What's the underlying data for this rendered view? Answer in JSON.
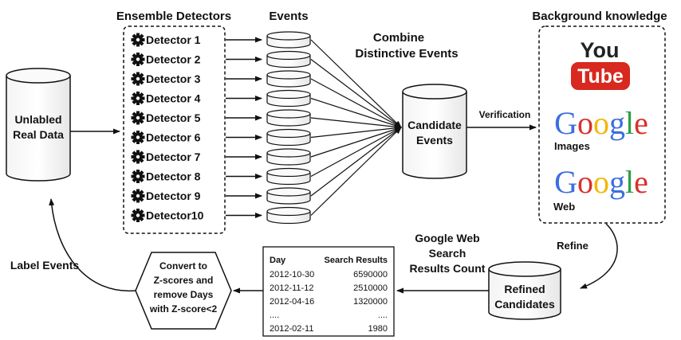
{
  "titles": {
    "ensemble": "Ensemble Detectors",
    "events": "Events",
    "combine_line1": "Combine",
    "combine_line2": "Distinctive Events",
    "background": "Background knowledge"
  },
  "detectors": [
    "Detector 1",
    "Detector 2",
    "Detector 3",
    "Detector 4",
    "Detector 5",
    "Detector 6",
    "Detector 7",
    "Detector 8",
    "Detector 9",
    "Detector10"
  ],
  "data_cylinder": {
    "line1": "Unlabled",
    "line2": "Real Data"
  },
  "candidate_cylinder": {
    "line1": "Candidate",
    "line2": "Events"
  },
  "refined_cylinder": {
    "line1": "Refined",
    "line2": "Candidates"
  },
  "verification_label": "Verification",
  "refine_label": "Refine",
  "search_label": {
    "line1": "Google Web",
    "line2": "Search",
    "line3": "Results Count"
  },
  "label_events": "Label Events",
  "hexagon": {
    "line1": "Convert to",
    "line2": "Z-scores and",
    "line3": "remove Days",
    "line4": "with Z-score<2"
  },
  "logos": {
    "youtube_you": "You",
    "youtube_tube": "Tube",
    "google_images_caption": "Images",
    "google_web_caption": "Web"
  },
  "table": {
    "headers": [
      "Day",
      "Search Results"
    ],
    "rows": [
      [
        "2012-10-30",
        "6590000"
      ],
      [
        "2012-11-12",
        "2510000"
      ],
      [
        "2012-04-16",
        "1320000"
      ],
      [
        "....",
        "...."
      ],
      [
        "2012-02-11",
        "1980"
      ]
    ]
  }
}
